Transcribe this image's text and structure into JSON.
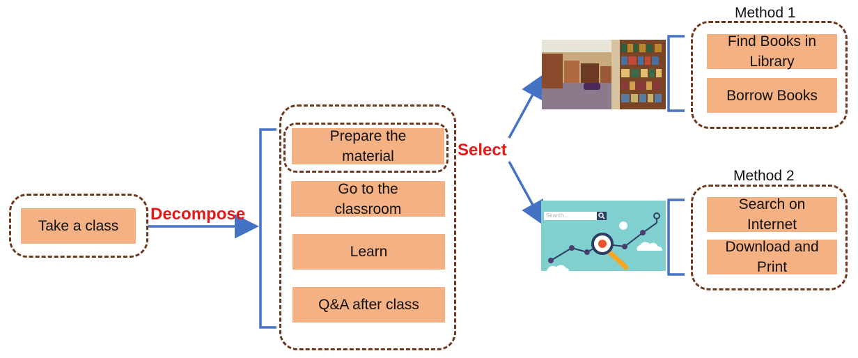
{
  "colors": {
    "box_fill": "#f4b183",
    "dash": "#6b3a1e",
    "bracket": "#4472c4",
    "label": "#e31a1a"
  },
  "root": {
    "label": "Take a class"
  },
  "decompose_label": "Decompose",
  "select_label": "Select",
  "steps": [
    {
      "label": "Prepare the\nmaterial"
    },
    {
      "label": "Go to the\nclassroom"
    },
    {
      "label": "Learn"
    },
    {
      "label": "Q&A after class"
    }
  ],
  "methods": [
    {
      "title": "Method 1",
      "image": "library-photo",
      "items": [
        {
          "label": "Find Books in\nLibrary"
        },
        {
          "label": "Borrow Books"
        }
      ]
    },
    {
      "title": "Method 2",
      "image": "internet-search-illustration",
      "search_placeholder": "Search...",
      "items": [
        {
          "label": "Search on\nInternet"
        },
        {
          "label": "Download and\nPrint"
        }
      ]
    }
  ]
}
